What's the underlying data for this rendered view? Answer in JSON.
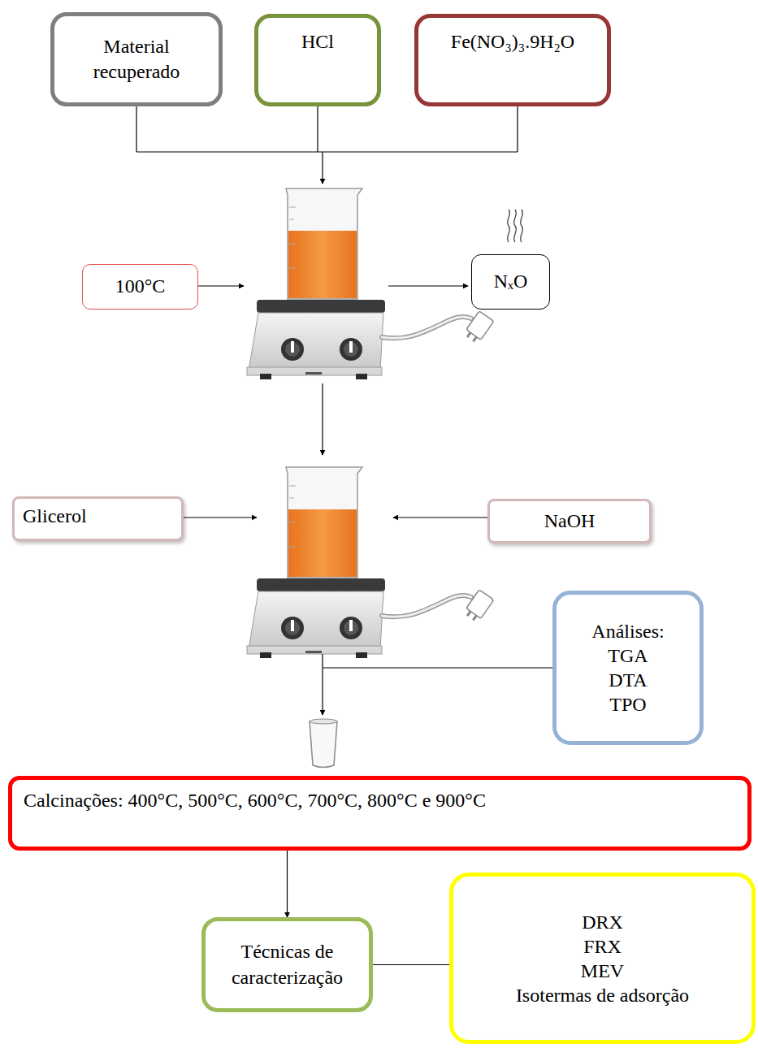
{
  "diagram": {
    "nodes": [
      {
        "text": [
          "Material recuperado"
        ]
      },
      {
        "text": [
          "HCl"
        ]
      },
      {
        "text": [
          "Fe(NO₃)₃.9H₂O"
        ]
      },
      {
        "text": [
          "100°C"
        ]
      },
      {
        "text": [
          "NₓO"
        ]
      },
      {
        "text": [
          "Glicerol"
        ]
      },
      {
        "text": [
          "NaOH"
        ]
      },
      {
        "text": [
          "Análises:",
          "TGA",
          "DTA",
          "TPO"
        ]
      },
      {
        "text": [
          "Calcinações: 400°C, 500°C, 600°C, 700°C, 800°C e 900°C"
        ]
      },
      {
        "text": [
          "Técnicas de caracterização"
        ]
      },
      {
        "text": [
          "DRX",
          "FRX",
          "MEV",
          "Isotermas de adsorção"
        ]
      }
    ],
    "edges": [
      {
        "from": 8,
        "to": 9,
        "arrow": "to"
      },
      {
        "from": 9,
        "to": 10,
        "arrow": "none"
      }
    ]
  }
}
